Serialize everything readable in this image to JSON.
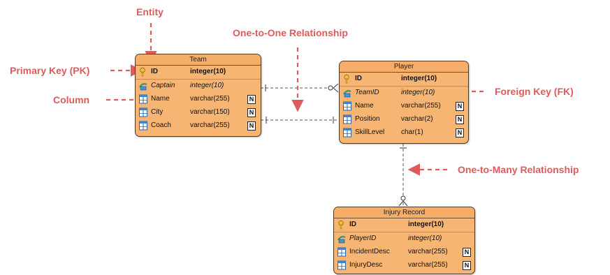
{
  "annotations": {
    "entity": "Entity",
    "primary_key": "Primary Key (PK)",
    "column": "Column",
    "one_to_one": "One-to-One Relationship",
    "foreign_key": "Foreign Key (FK)",
    "one_to_many": "One-to-Many Relationship"
  },
  "colors": {
    "annotation": "#e05a5a",
    "entity_fill": "#f7b574",
    "entity_border": "#4a3a2a"
  },
  "entities": {
    "team": {
      "name": "Team",
      "columns": [
        {
          "name": "ID",
          "type": "integer(10)",
          "key": "pk",
          "nullable": false
        },
        {
          "name": "Captain",
          "type": "integer(10)",
          "key": "fk",
          "nullable": false
        },
        {
          "name": "Name",
          "type": "varchar(255)",
          "key": "",
          "nullable": true
        },
        {
          "name": "City",
          "type": "varchar(150)",
          "key": "",
          "nullable": true
        },
        {
          "name": "Coach",
          "type": "varchar(255)",
          "key": "",
          "nullable": true
        }
      ]
    },
    "player": {
      "name": "Player",
      "columns": [
        {
          "name": "ID",
          "type": "integer(10)",
          "key": "pk",
          "nullable": false
        },
        {
          "name": "TeamID",
          "type": "integer(10)",
          "key": "fk",
          "nullable": false
        },
        {
          "name": "Name",
          "type": "varchar(255)",
          "key": "",
          "nullable": true
        },
        {
          "name": "Position",
          "type": "varchar(2)",
          "key": "",
          "nullable": true
        },
        {
          "name": "SkillLevel",
          "type": "char(1)",
          "key": "",
          "nullable": true
        }
      ]
    },
    "injury": {
      "name": "Injury Record",
      "columns": [
        {
          "name": "ID",
          "type": "integer(10)",
          "key": "pk",
          "nullable": false
        },
        {
          "name": "PlayerID",
          "type": "integer(10)",
          "key": "fk",
          "nullable": false
        },
        {
          "name": "IncidentDesc",
          "type": "varchar(255)",
          "key": "",
          "nullable": true
        },
        {
          "name": "InjuryDesc",
          "type": "varchar(255)",
          "key": "",
          "nullable": true
        }
      ]
    }
  },
  "null_flag": "N"
}
